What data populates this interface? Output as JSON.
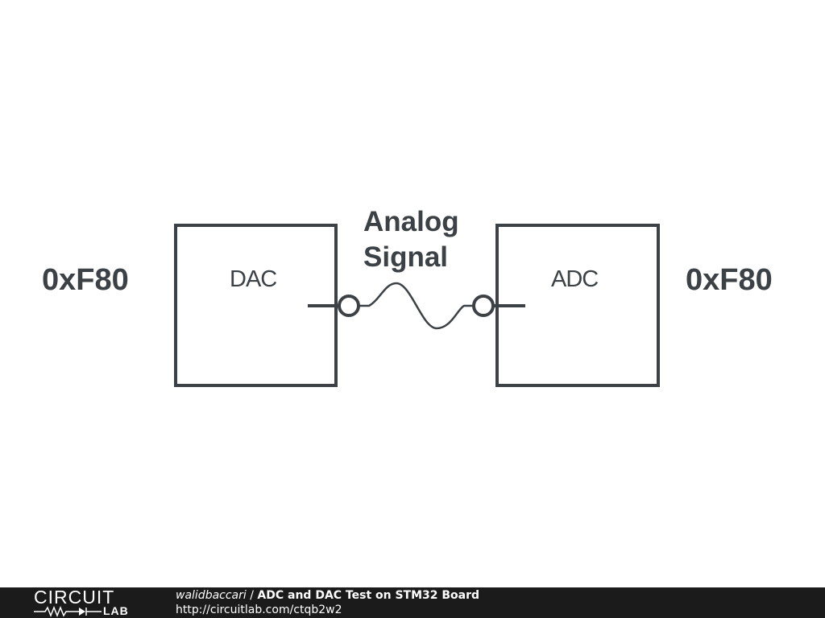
{
  "diagram": {
    "left_value": "0xF80",
    "right_value": "0xF80",
    "dac_label": "DAC",
    "adc_label": "ADC",
    "signal_label_line1": "Analog",
    "signal_label_line2": "Signal"
  },
  "footer": {
    "logo_top": "CIRCUIT",
    "logo_bottom": "LAB",
    "author": "walidbaccari",
    "separator": " / ",
    "title": "ADC and DAC Test on STM32 Board",
    "url": "http://circuitlab.com/ctqb2w2"
  },
  "colors": {
    "ink": "#3c4145",
    "footer_background": "#1b1b1b",
    "footer_text": "#ffffff"
  }
}
